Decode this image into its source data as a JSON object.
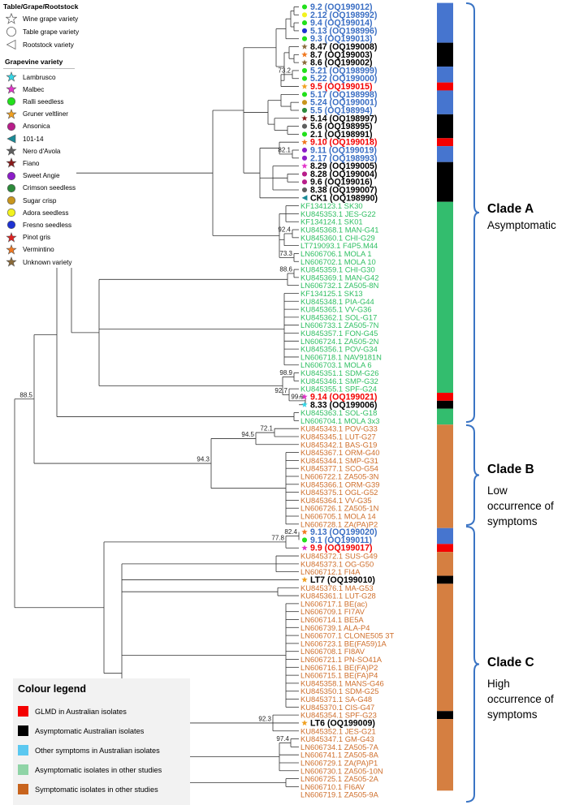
{
  "palette": {
    "blue": "#3b6fc4",
    "red": "#f40000",
    "black": "#000000",
    "green": "#2fbf62",
    "orange": "#cf6f2c",
    "brace": "#3a74c4",
    "bar_green": "#33bd6e",
    "bar_orange": "#d57f41",
    "bar_blue": "#4675cf",
    "bar_red": "#f40000"
  },
  "type_legend": {
    "title": "Table/Grape/Rootstock",
    "items": [
      {
        "label": "Wine grape variety",
        "shape": "star"
      },
      {
        "label": "Table grape variety",
        "shape": "circle"
      },
      {
        "label": "Rootstock variety",
        "shape": "triangle"
      }
    ]
  },
  "variety_legend": {
    "title": "Grapevine variety",
    "items": [
      {
        "label": "Lambrusco",
        "shape": "star",
        "color": "#33d6e6"
      },
      {
        "label": "Malbec",
        "shape": "star",
        "color": "#e233c9"
      },
      {
        "label": "Ralli seedless",
        "shape": "circle",
        "color": "#22e01c"
      },
      {
        "label": "Gruner veltliner",
        "shape": "star",
        "color": "#f0a020"
      },
      {
        "label": "Ansonica",
        "shape": "circle",
        "color": "#b81e8a"
      },
      {
        "label": "101-14",
        "shape": "triangle",
        "color": "#1a8a96"
      },
      {
        "label": "Nero d'Avola",
        "shape": "star",
        "color": "#5e5e5e"
      },
      {
        "label": "Fiano",
        "shape": "star",
        "color": "#8a1a1a"
      },
      {
        "label": "Sweet Angie",
        "shape": "circle",
        "color": "#8c1ec8"
      },
      {
        "label": "Crimson seedless",
        "shape": "circle",
        "color": "#2c8a3a"
      },
      {
        "label": "Sugar crisp",
        "shape": "circle",
        "color": "#c8961e"
      },
      {
        "label": "Adora seedless",
        "shape": "circle",
        "color": "#f2f21e"
      },
      {
        "label": "Fresno seedless",
        "shape": "circle",
        "color": "#1e32d2"
      },
      {
        "label": "Pinot gris",
        "shape": "star",
        "color": "#e02020"
      },
      {
        "label": "Vermintino",
        "shape": "star",
        "color": "#f07820"
      },
      {
        "label": "Unknown variety",
        "shape": "star",
        "color": "#8a6a3a"
      }
    ]
  },
  "leaves": [
    {
      "label": "9.2 (OQ199012)",
      "color": "blue",
      "bold": true,
      "marker": {
        "shape": "circle",
        "color": "#22e01c"
      }
    },
    {
      "label": "2.12 (OQ198992)",
      "color": "blue",
      "bold": true,
      "marker": {
        "shape": "circle",
        "color": "#f2f21e"
      }
    },
    {
      "label": "9.4 (OQ199014)",
      "color": "blue",
      "bold": true,
      "marker": {
        "shape": "circle",
        "color": "#22e01c"
      }
    },
    {
      "label": "5.13 (OQ198996)",
      "color": "blue",
      "bold": true,
      "marker": {
        "shape": "circle",
        "color": "#1e32d2"
      }
    },
    {
      "label": "9.3 (OQ199013)",
      "color": "blue",
      "bold": true,
      "marker": {
        "shape": "circle",
        "color": "#22e01c"
      }
    },
    {
      "label": "8.47 (OQ199008)",
      "color": "black",
      "bold": true,
      "marker": {
        "shape": "star",
        "color": "#8a6a3a"
      }
    },
    {
      "label": "8.7 (OQ199003)",
      "color": "black",
      "bold": true,
      "marker": {
        "shape": "star",
        "color": "#f07820"
      }
    },
    {
      "label": "8.6 (OQ199002)",
      "color": "black",
      "bold": true,
      "marker": {
        "shape": "star",
        "color": "#8a6a3a"
      }
    },
    {
      "label": "5.21 (OQ198999)",
      "color": "blue",
      "bold": true,
      "marker": {
        "shape": "circle",
        "color": "#22e01c"
      }
    },
    {
      "label": "5.22 (OQ199000)",
      "color": "blue",
      "bold": true,
      "marker": {
        "shape": "circle",
        "color": "#22e01c"
      }
    },
    {
      "label": "9.5 (OQ199015)",
      "color": "red",
      "bold": true,
      "marker": {
        "shape": "star",
        "color": "#f0a020"
      }
    },
    {
      "label": "5.17 (OQ198998)",
      "color": "blue",
      "bold": true,
      "marker": {
        "shape": "circle",
        "color": "#22e01c"
      }
    },
    {
      "label": "5.24 (OQ199001)",
      "color": "blue",
      "bold": true,
      "marker": {
        "shape": "circle",
        "color": "#c8961e"
      }
    },
    {
      "label": "5.5 (OQ198994)",
      "color": "blue",
      "bold": true,
      "marker": {
        "shape": "circle",
        "color": "#2c8a3a"
      }
    },
    {
      "label": "5.14 (OQ198997)",
      "color": "black",
      "bold": true,
      "marker": {
        "shape": "star",
        "color": "#8a1a1a"
      }
    },
    {
      "label": "5.6 (OQ198995)",
      "color": "black",
      "bold": true,
      "marker": {
        "shape": "circle",
        "color": "#5e5e5e"
      }
    },
    {
      "label": "2.1 (OQ198991)",
      "color": "black",
      "bold": true,
      "marker": {
        "shape": "circle",
        "color": "#22e01c"
      }
    },
    {
      "label": "9.10 (OQ199018)",
      "color": "red",
      "bold": true,
      "marker": {
        "shape": "star",
        "color": "#f07820"
      }
    },
    {
      "label": "9.11 (OQ199019)",
      "color": "blue",
      "bold": true,
      "marker": {
        "shape": "circle",
        "color": "#8c1ec8"
      }
    },
    {
      "label": "2.17 (OQ198993)",
      "color": "blue",
      "bold": true,
      "marker": {
        "shape": "circle",
        "color": "#8c1ec8"
      }
    },
    {
      "label": "8.29 (OQ199005)",
      "color": "black",
      "bold": true,
      "marker": {
        "shape": "star",
        "color": "#e233c9"
      }
    },
    {
      "label": "8.28 (OQ199004)",
      "color": "black",
      "bold": true,
      "marker": {
        "shape": "circle",
        "color": "#b81e8a"
      }
    },
    {
      "label": "9.6 (OQ199016)",
      "color": "black",
      "bold": true,
      "marker": {
        "shape": "circle",
        "color": "#b81e8a"
      }
    },
    {
      "label": "8.38 (OQ199007)",
      "color": "black",
      "bold": true,
      "marker": {
        "shape": "circle",
        "color": "#5e5e5e"
      }
    },
    {
      "label": "CK1 (OQ198990)",
      "color": "black",
      "bold": true,
      "marker": {
        "shape": "triangle",
        "color": "#1a8a96"
      }
    },
    {
      "label": "KF134123.1 SK30",
      "color": "green",
      "bold": false
    },
    {
      "label": "KU845353.1 JES-G22",
      "color": "green",
      "bold": false
    },
    {
      "label": "KF134124.1 SK01",
      "color": "green",
      "bold": false
    },
    {
      "label": "KU845368.1 MAN-G41",
      "color": "green",
      "bold": false
    },
    {
      "label": "KU845360.1 CHI-G29",
      "color": "green",
      "bold": false
    },
    {
      "label": "LT719093.1 F4P5.M44",
      "color": "green",
      "bold": false
    },
    {
      "label": "LN606706.1 MOLA 1",
      "color": "green",
      "bold": false
    },
    {
      "label": "LN606702.1 MOLA 10",
      "color": "green",
      "bold": false
    },
    {
      "label": "KU845359.1 CHI-G30",
      "color": "green",
      "bold": false
    },
    {
      "label": "KU845369.1 MAN-G42",
      "color": "green",
      "bold": false
    },
    {
      "label": "LN606732.1 ZA505-8N",
      "color": "green",
      "bold": false
    },
    {
      "label": "KF134125.1 SK13",
      "color": "green",
      "bold": false
    },
    {
      "label": "KU845348.1 PIA-G44",
      "color": "green",
      "bold": false
    },
    {
      "label": "KU845365.1 VV-G36",
      "color": "green",
      "bold": false
    },
    {
      "label": "KU845362.1 SOL-G17",
      "color": "green",
      "bold": false
    },
    {
      "label": "LN606733.1 ZA505-7N",
      "color": "green",
      "bold": false
    },
    {
      "label": "KU845357.1 FON-G45",
      "color": "green",
      "bold": false
    },
    {
      "label": "LN606724.1 ZA505-2N",
      "color": "green",
      "bold": false
    },
    {
      "label": "KU845356.1 POV-G34",
      "color": "green",
      "bold": false
    },
    {
      "label": "LN606718.1 NAV9181N",
      "color": "green",
      "bold": false
    },
    {
      "label": "LN606703.1 MOLA 6",
      "color": "green",
      "bold": false
    },
    {
      "label": "KU845351.1 SDM-G26",
      "color": "green",
      "bold": false
    },
    {
      "label": "KU845346.1 SMP-G32",
      "color": "green",
      "bold": false
    },
    {
      "label": "KU845355.1 SPF-G24",
      "color": "green",
      "bold": false
    },
    {
      "label": "9.14 (OQ199021)",
      "color": "red",
      "bold": true,
      "marker": {
        "shape": "star",
        "color": "#e233c9"
      }
    },
    {
      "label": "8.33 (OQ199006)",
      "color": "black",
      "bold": true,
      "marker": {
        "shape": "star",
        "color": "#33d6e6"
      }
    },
    {
      "label": "KU845363.1 SOL-G18",
      "color": "green",
      "bold": false
    },
    {
      "label": "LN606704.1 MOLA 3x3",
      "color": "green",
      "bold": false
    },
    {
      "label": "KU845343.1 POV-G33",
      "color": "orange",
      "bold": false
    },
    {
      "label": "KU845345.1 LUT-G27",
      "color": "orange",
      "bold": false
    },
    {
      "label": "KU845342.1 BAS-G19",
      "color": "orange",
      "bold": false
    },
    {
      "label": "KU845367.1 ORM-G40",
      "color": "orange",
      "bold": false
    },
    {
      "label": "KU845344.1 SMP-G31",
      "color": "orange",
      "bold": false
    },
    {
      "label": "KU845377.1 SCO-G54",
      "color": "orange",
      "bold": false
    },
    {
      "label": "LN606722.1 ZA505-3N",
      "color": "orange",
      "bold": false
    },
    {
      "label": "KU845366.1 ORM-G39",
      "color": "orange",
      "bold": false
    },
    {
      "label": "KU845375.1 OGL-G52",
      "color": "orange",
      "bold": false
    },
    {
      "label": "KU845364.1 VV-G35",
      "color": "orange",
      "bold": false
    },
    {
      "label": "LN606726.1 ZA505-1N",
      "color": "orange",
      "bold": false
    },
    {
      "label": "LN606705.1 MOLA 14",
      "color": "orange",
      "bold": false
    },
    {
      "label": "LN606728.1 ZA(PA)P2",
      "color": "orange",
      "bold": false
    },
    {
      "label": "9.13 (OQ199020)",
      "color": "blue",
      "bold": true,
      "marker": {
        "shape": "star",
        "color": "#f07820"
      }
    },
    {
      "label": "9.1 (OQ199011)",
      "color": "blue",
      "bold": true,
      "marker": {
        "shape": "circle",
        "color": "#22e01c"
      }
    },
    {
      "label": "9.9 (OQ199017)",
      "color": "red",
      "bold": true,
      "marker": {
        "shape": "star",
        "color": "#e233c9"
      }
    },
    {
      "label": "KU845372.1 SUS-G49",
      "color": "orange",
      "bold": false
    },
    {
      "label": "KU845373.1 OG-G50",
      "color": "orange",
      "bold": false
    },
    {
      "label": "LN606712.1 FI4A",
      "color": "orange",
      "bold": false
    },
    {
      "label": "LT7 (OQ199010)",
      "color": "black",
      "bold": true,
      "marker": {
        "shape": "star",
        "color": "#f0a020"
      }
    },
    {
      "label": "KU845376.1 MA-G53",
      "color": "orange",
      "bold": false
    },
    {
      "label": "KU845361.1 LUT-G28",
      "color": "orange",
      "bold": false
    },
    {
      "label": "LN606717.1 BE(ac)",
      "color": "orange",
      "bold": false
    },
    {
      "label": "LN606709.1 FI7AV",
      "color": "orange",
      "bold": false
    },
    {
      "label": "LN606714.1 BE5A",
      "color": "orange",
      "bold": false
    },
    {
      "label": "LN606739.1 ALA-P4",
      "color": "orange",
      "bold": false
    },
    {
      "label": "LN606707.1 CLONE505 3T",
      "color": "orange",
      "bold": false
    },
    {
      "label": "LN606723.1 BE(FA59)1A",
      "color": "orange",
      "bold": false
    },
    {
      "label": "LN606708.1 FI8AV",
      "color": "orange",
      "bold": false
    },
    {
      "label": "LN606721.1 PN-SO41A",
      "color": "orange",
      "bold": false
    },
    {
      "label": "LN606716.1 BE(FA)P2",
      "color": "orange",
      "bold": false
    },
    {
      "label": "LN606715.1 BE(FA)P4",
      "color": "orange",
      "bold": false
    },
    {
      "label": "KU845358.1 MANS-G46",
      "color": "orange",
      "bold": false
    },
    {
      "label": "KU845350.1 SDM-G25",
      "color": "orange",
      "bold": false
    },
    {
      "label": "KU845371.1 SA-G48",
      "color": "orange",
      "bold": false
    },
    {
      "label": "KU845370.1 CIS-G47",
      "color": "orange",
      "bold": false
    },
    {
      "label": "KU845354.1 SPF-G23",
      "color": "orange",
      "bold": false
    },
    {
      "label": "LT6 (OQ199009)",
      "color": "black",
      "bold": true,
      "marker": {
        "shape": "star",
        "color": "#f0a020"
      }
    },
    {
      "label": "KU845352.1 JES-G21",
      "color": "orange",
      "bold": false
    },
    {
      "label": "KU845347.1 GM-G43",
      "color": "orange",
      "bold": false
    },
    {
      "label": "LN606734.1 ZA505-7A",
      "color": "orange",
      "bold": false
    },
    {
      "label": "LN606741.1 ZA505-8A",
      "color": "orange",
      "bold": false
    },
    {
      "label": "LN606729.1 ZA(PA)P1",
      "color": "orange",
      "bold": false
    },
    {
      "label": "LN606730.1 ZA505-10N",
      "color": "orange",
      "bold": false
    },
    {
      "label": "LN606725.1 ZA505-2A",
      "color": "orange",
      "bold": false
    },
    {
      "label": "LN606710.1 FI6AV",
      "color": "orange",
      "bold": false
    },
    {
      "label": "LN606719.1 ZA505-9A",
      "color": "orange",
      "bold": false
    }
  ],
  "bootstrap_values": [
    "73.2",
    "92.4",
    "73.3",
    "88.6",
    "98.9",
    "92.7",
    "99.9",
    "72.1",
    "94.5",
    "94.3",
    "88.5",
    "82.1",
    "82.4",
    "77.8",
    "92.3",
    "97.4"
  ],
  "bar_segments": [
    {
      "from": 0,
      "to": 4,
      "color": "bar_blue"
    },
    {
      "from": 5,
      "to": 7,
      "color": "black"
    },
    {
      "from": 8,
      "to": 9,
      "color": "bar_blue"
    },
    {
      "from": 10,
      "to": 10,
      "color": "red"
    },
    {
      "from": 11,
      "to": 13,
      "color": "bar_blue"
    },
    {
      "from": 14,
      "to": 16,
      "color": "black"
    },
    {
      "from": 17,
      "to": 17,
      "color": "red"
    },
    {
      "from": 18,
      "to": 19,
      "color": "bar_blue"
    },
    {
      "from": 20,
      "to": 24,
      "color": "black"
    },
    {
      "from": 25,
      "to": 48,
      "color": "bar_green"
    },
    {
      "from": 49,
      "to": 49,
      "color": "red"
    },
    {
      "from": 50,
      "to": 50,
      "color": "black"
    },
    {
      "from": 51,
      "to": 52,
      "color": "bar_green"
    },
    {
      "from": 53,
      "to": 65,
      "color": "bar_orange"
    },
    {
      "from": 66,
      "to": 67,
      "color": "bar_blue"
    },
    {
      "from": 68,
      "to": 68,
      "color": "red"
    },
    {
      "from": 69,
      "to": 71,
      "color": "bar_orange"
    },
    {
      "from": 72,
      "to": 72,
      "color": "black"
    },
    {
      "from": 73,
      "to": 88,
      "color": "bar_orange"
    },
    {
      "from": 89,
      "to": 89,
      "color": "black"
    },
    {
      "from": 90,
      "to": 98,
      "color": "bar_orange"
    }
  ],
  "clades": [
    {
      "name": "Clade A",
      "desc": [
        "Asymptomatic"
      ]
    },
    {
      "name": "Clade B",
      "desc": [
        "Low",
        "occurrence of",
        "symptoms"
      ]
    },
    {
      "name": "Clade C",
      "desc": [
        "High",
        "occurrence of",
        "symptoms"
      ]
    }
  ],
  "colour_legend": {
    "title": "Colour legend",
    "items": [
      {
        "label": "GLMD in Australian isolates",
        "color": "#f40000"
      },
      {
        "label": "Asymptomatic Australian isolates",
        "color": "#000000"
      },
      {
        "label": "Other symptoms in Australian isolates",
        "color": "#5bc8f0"
      },
      {
        "label": "Asymptomatic isolates in other studies",
        "color": "#8fd4a6"
      },
      {
        "label": "Symptomatic isolates in other studies",
        "color": "#c8641e"
      }
    ]
  }
}
